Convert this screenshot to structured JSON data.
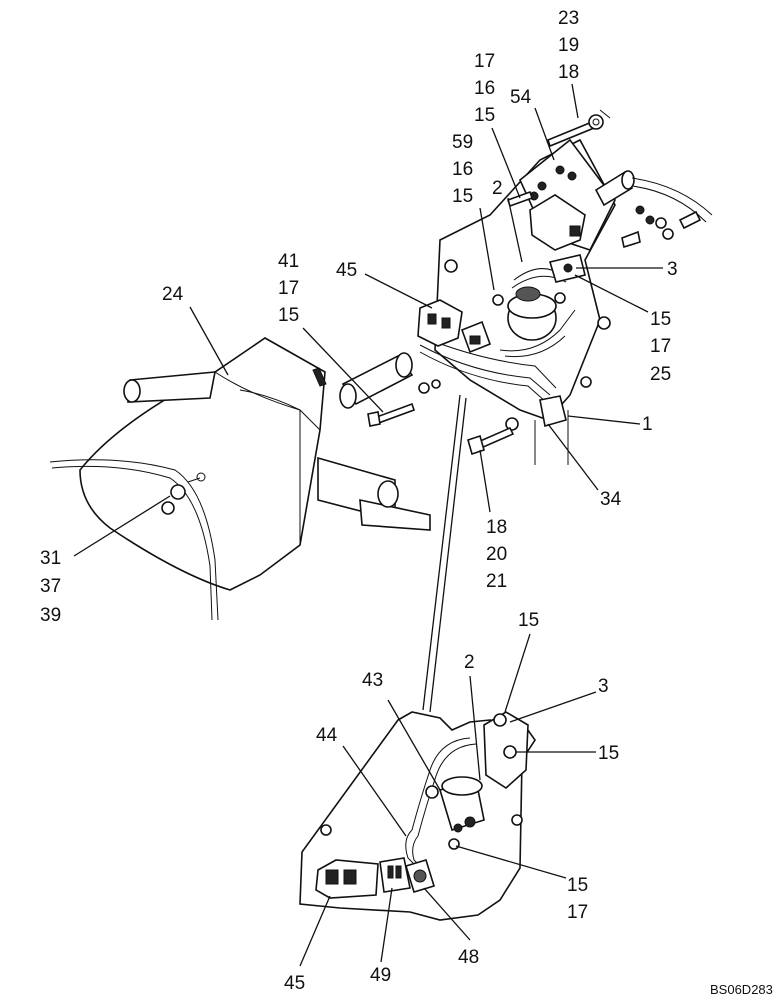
{
  "diagram": {
    "code": "BS06D283",
    "callouts": [
      {
        "id": "c23",
        "text": "23"
      },
      {
        "id": "c19",
        "text": "19"
      },
      {
        "id": "c18a",
        "text": "18"
      },
      {
        "id": "c17a",
        "text": "17"
      },
      {
        "id": "c16a",
        "text": "16"
      },
      {
        "id": "c54",
        "text": "54"
      },
      {
        "id": "c15a",
        "text": "15"
      },
      {
        "id": "c59",
        "text": "59"
      },
      {
        "id": "c16b",
        "text": "16"
      },
      {
        "id": "c15b",
        "text": "15"
      },
      {
        "id": "c2a",
        "text": "2"
      },
      {
        "id": "c41",
        "text": "41"
      },
      {
        "id": "c17b",
        "text": "17"
      },
      {
        "id": "c15c",
        "text": "15"
      },
      {
        "id": "c24",
        "text": "24"
      },
      {
        "id": "c45a",
        "text": "45"
      },
      {
        "id": "c3a",
        "text": "3"
      },
      {
        "id": "c15d",
        "text": "15"
      },
      {
        "id": "c17c",
        "text": "17"
      },
      {
        "id": "c25",
        "text": "25"
      },
      {
        "id": "c1",
        "text": "1"
      },
      {
        "id": "c34",
        "text": "34"
      },
      {
        "id": "c18b",
        "text": "18"
      },
      {
        "id": "c20",
        "text": "20"
      },
      {
        "id": "c21",
        "text": "21"
      },
      {
        "id": "c31",
        "text": "31"
      },
      {
        "id": "c37",
        "text": "37"
      },
      {
        "id": "c39",
        "text": "39"
      },
      {
        "id": "c15e",
        "text": "15"
      },
      {
        "id": "c2b",
        "text": "2"
      },
      {
        "id": "c3b",
        "text": "3"
      },
      {
        "id": "c43",
        "text": "43"
      },
      {
        "id": "c44",
        "text": "44"
      },
      {
        "id": "c15f",
        "text": "15"
      },
      {
        "id": "c15g",
        "text": "15"
      },
      {
        "id": "c17d",
        "text": "17"
      },
      {
        "id": "c45b",
        "text": "45"
      },
      {
        "id": "c49",
        "text": "49"
      },
      {
        "id": "c48",
        "text": "48"
      }
    ]
  }
}
